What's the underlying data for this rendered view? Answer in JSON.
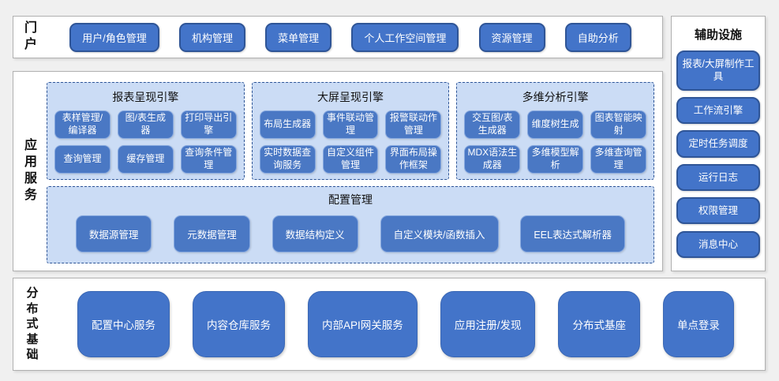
{
  "colors": {
    "page_bg": "#f0f0f0",
    "section_bg": "#ffffff",
    "section_border": "#b0b0b0",
    "button_blue": "#4374c9",
    "button_border_dark": "#2f5597",
    "module_blue": "#4a78c4",
    "panel_light_blue": "#cbdcf5",
    "panel_dashed_border": "#2e5597",
    "button_text": "#ffffff",
    "label_text": "#111111"
  },
  "portal": {
    "label": "门户",
    "buttons": [
      "用户/角色管理",
      "机构管理",
      "菜单管理",
      "个人工作空间管理",
      "资源管理",
      "自助分析"
    ]
  },
  "app_services": {
    "label": "应用服务",
    "engines": [
      {
        "title": "报表呈现引擎",
        "rows": [
          [
            "表样管理/编译器",
            "图/表生成器",
            "打印导出引擎"
          ],
          [
            "查询管理",
            "缓存管理",
            "查询条件管理"
          ]
        ]
      },
      {
        "title": "大屏呈现引擎",
        "rows": [
          [
            "布局生成器",
            "事件联动管理",
            "报警联动作管理"
          ],
          [
            "实时数据查询服务",
            "自定义组件管理",
            "界面布局操作框架"
          ]
        ]
      },
      {
        "title": "多维分析引擎",
        "rows": [
          [
            "交互图/表生成器",
            "维度树生成",
            "图表智能映射"
          ],
          [
            "MDX语法生成器",
            "多维模型解析",
            "多维查询管理"
          ]
        ]
      }
    ],
    "config": {
      "title": "配置管理",
      "buttons": [
        "数据源管理",
        "元数据管理",
        "数据结构定义",
        "自定义模块/函数插入",
        "EEL表达式解析器"
      ]
    }
  },
  "distributed": {
    "label": "分布式基础",
    "buttons": [
      "配置中心服务",
      "内容仓库服务",
      "内部API网关服务",
      "应用注册/发现",
      "分布式基座",
      "单点登录"
    ]
  },
  "auxiliary": {
    "title": "辅助设施",
    "buttons": [
      "报表/大屏制作工具",
      "工作流引擎",
      "定时任务调度",
      "运行日志",
      "权限管理",
      "消息中心"
    ]
  }
}
